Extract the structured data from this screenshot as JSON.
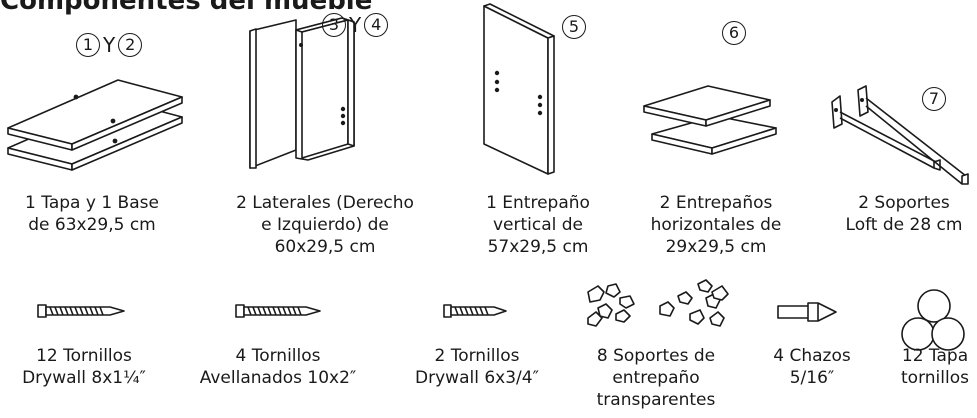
{
  "header": {
    "title_clipped": "Componentes del mueble"
  },
  "panels": [
    {
      "badge_a": "1",
      "badge_sep": "Y",
      "badge_b": "2",
      "lines": [
        "1 Tapa y 1 Base",
        "de 63x29,5 cm"
      ]
    },
    {
      "badge_a": "3",
      "badge_sep": "Y",
      "badge_b": "4",
      "lines": [
        "2 Laterales (Derecho",
        "e Izquierdo) de",
        "60x29,5 cm"
      ]
    },
    {
      "badge_a": "5",
      "lines": [
        "1 Entrepaño",
        "vertical de",
        "57x29,5 cm"
      ]
    },
    {
      "badge_a": "6",
      "lines": [
        "2 Entrepaños",
        "horizontales de",
        "29x29,5 cm"
      ]
    },
    {
      "badge_a": "7",
      "lines": [
        "2 Soportes",
        "Loft de 28 cm"
      ]
    }
  ],
  "hardware": [
    {
      "lines": [
        "12 Tornillos",
        "Drywall 8x1¼″"
      ]
    },
    {
      "lines": [
        "4 Tornillos",
        "Avellanados 10x2″"
      ]
    },
    {
      "lines": [
        "2 Tornillos",
        "Drywall 6x3/4″"
      ]
    },
    {
      "lines": [
        "8 Soportes de",
        "entrepaño",
        "transparentes"
      ]
    },
    {
      "lines": [
        "4 Chazos",
        "5/16″"
      ]
    },
    {
      "lines": [
        "12 Tapa",
        "tornillos"
      ]
    }
  ]
}
